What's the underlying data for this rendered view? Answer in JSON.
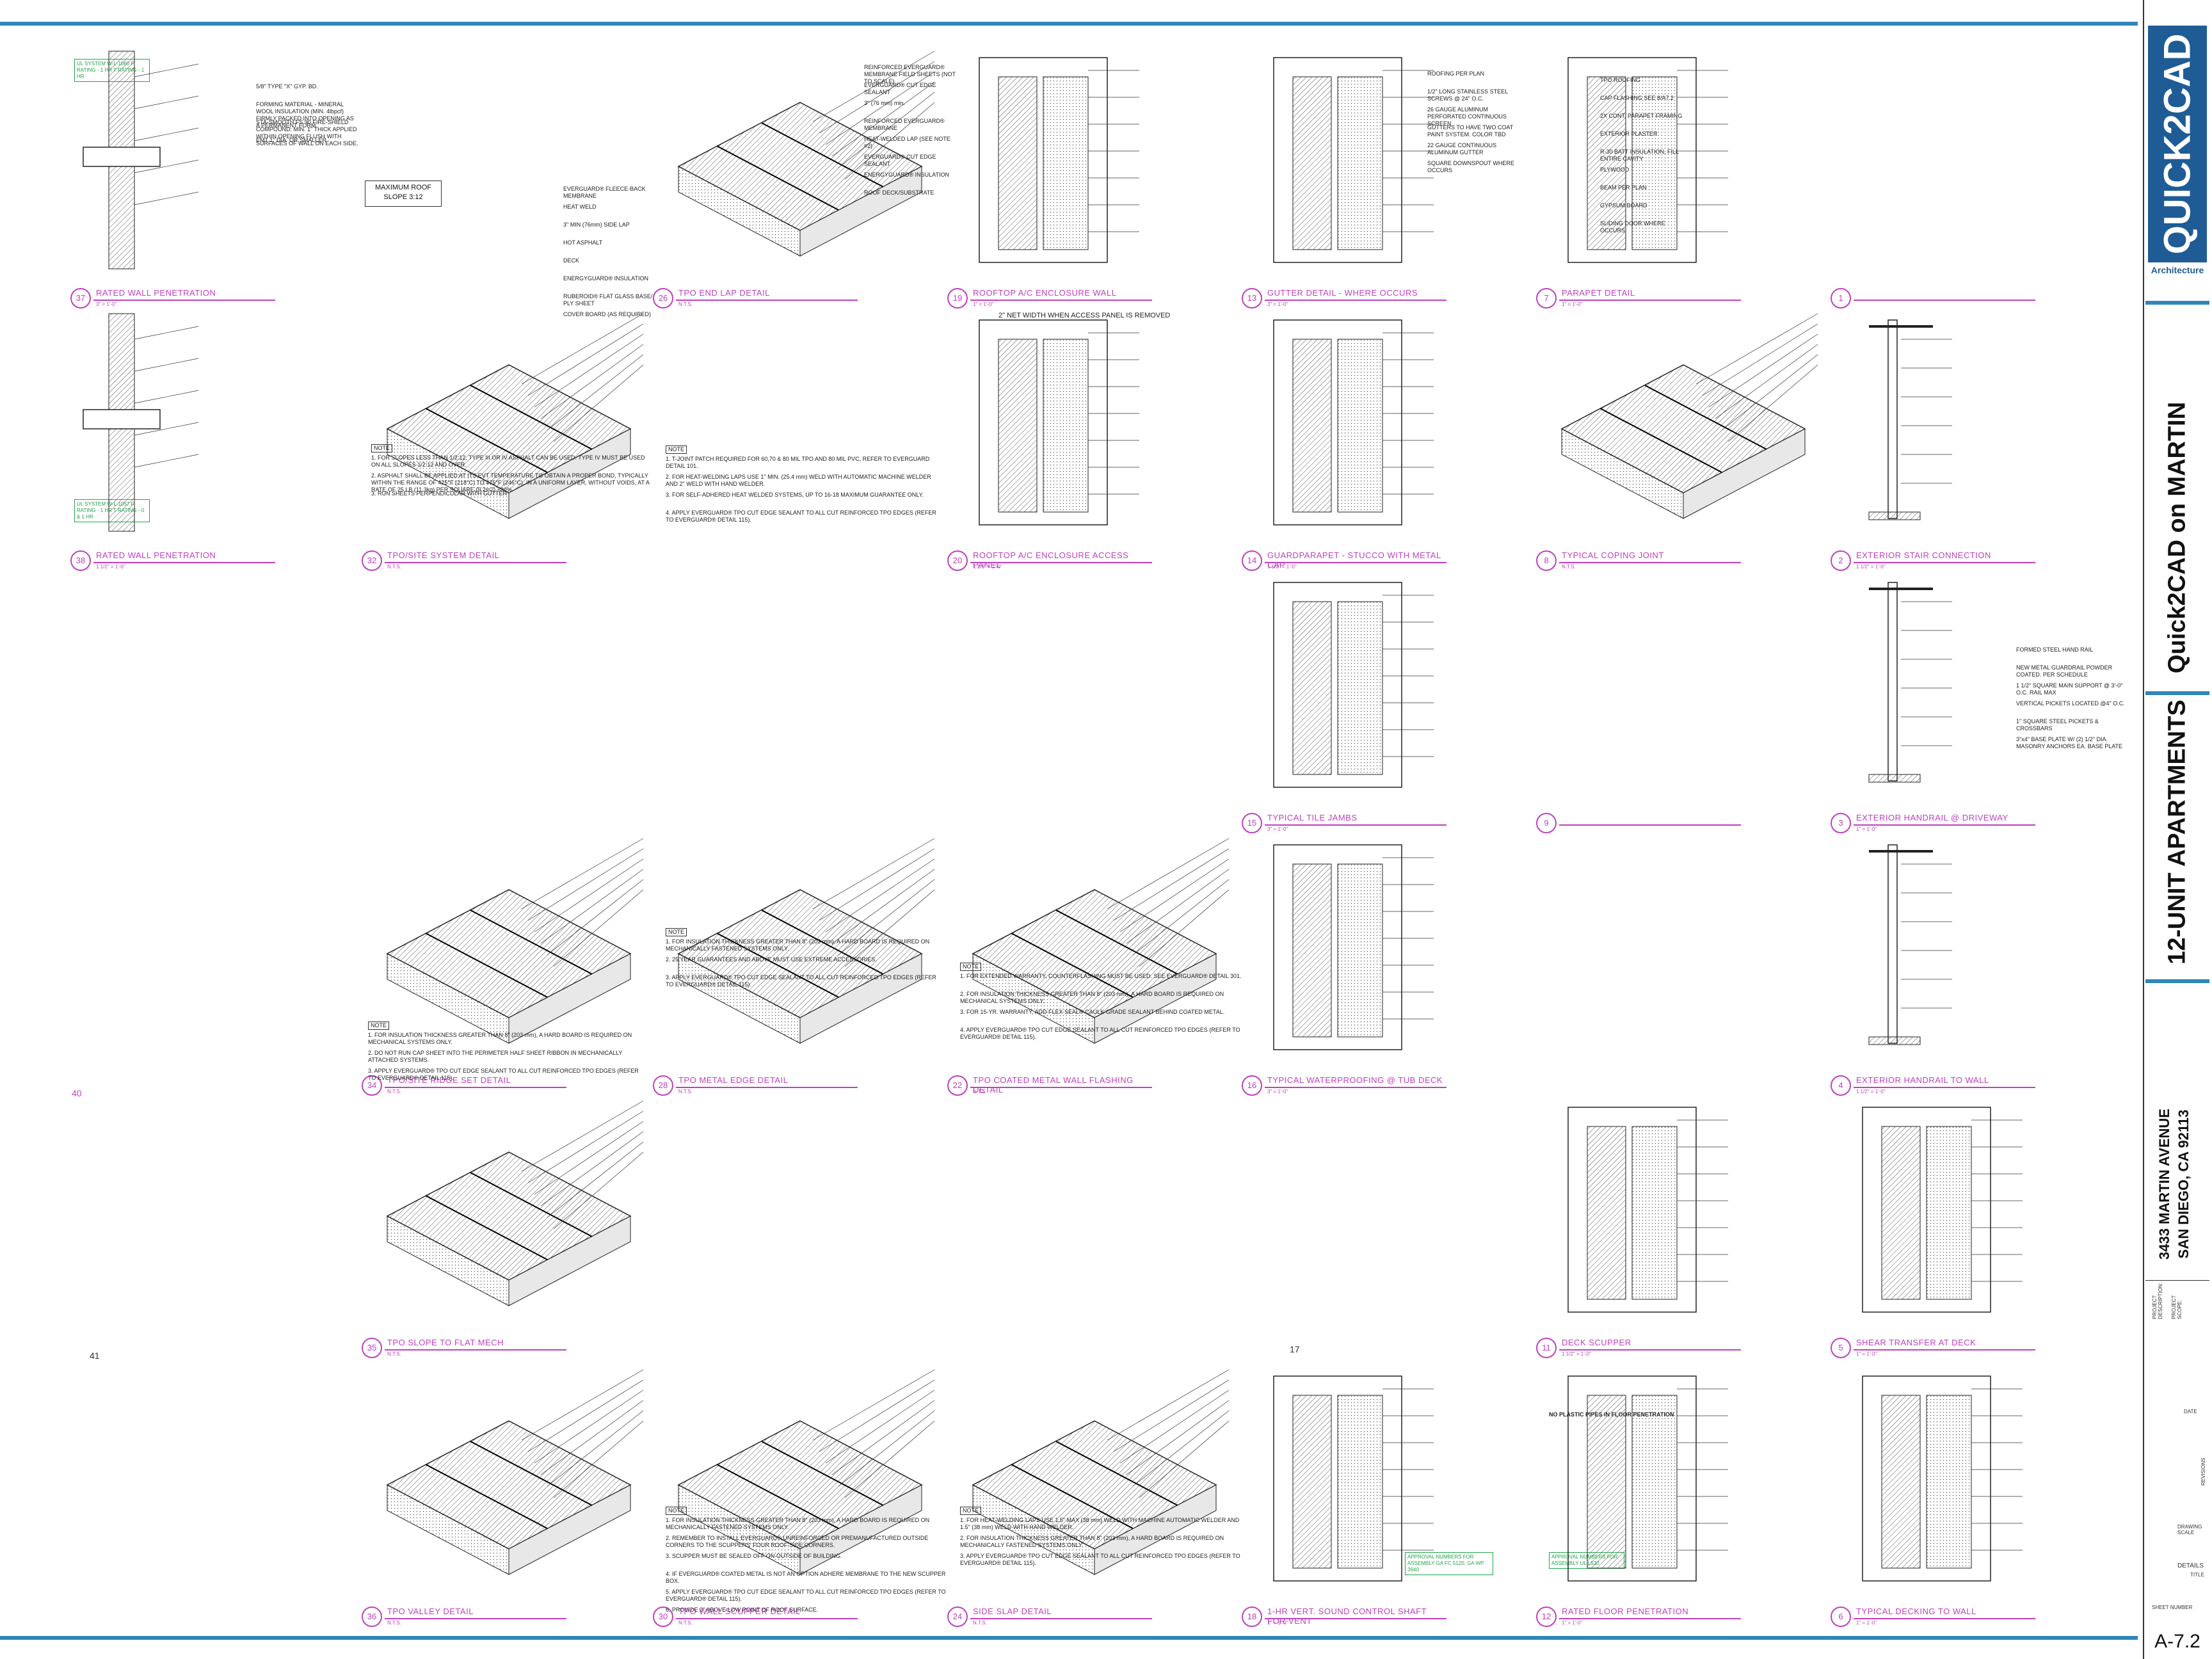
{
  "title_block": {
    "logo": "QUICK2CAD",
    "firm": "Architecture",
    "project_host": "Quick2CAD on MARTIN",
    "project_name": "12-UNIT APARTMENTS",
    "address_line1": "3433 MARTIN AVENUE",
    "address_line2": "SAN DIEGO, CA 92113",
    "sheet_title": "DETAILS",
    "sheet_label": "SHEET NUMBER",
    "sheet_number": "A-7.2",
    "meta_labels": [
      "PROJECT DESCRIPTION:",
      "PROJECT SCOPE:",
      "DATE",
      "REVISIONS",
      "DRAWING SCALE",
      "TITLE"
    ]
  },
  "colors": {
    "rule": "#2f86b8",
    "title": "#c040c0",
    "approval": "#21a64a",
    "logo": "#1f5c95"
  },
  "details": [
    {
      "num": "37",
      "title": "RATED WALL PENETRATION",
      "scale": "3\" = 1'-0\""
    },
    {
      "num": "38",
      "title": "RATED WALL PENETRATION",
      "scale": "1 1/2\" = 1'-0\""
    },
    {
      "num": "32",
      "title": "TPO/SITE SYSTEM DETAIL",
      "scale": "N.T.S."
    },
    {
      "num": "26",
      "title": "TPO END LAP DETAIL",
      "scale": "N.T.S."
    },
    {
      "num": "19",
      "title": "ROOFTOP A/C ENCLOSURE WALL",
      "scale": "1\" = 1'-0\""
    },
    {
      "num": "20",
      "title": "ROOFTOP A/C ENCLOSURE ACCESS PANEL",
      "scale": "1 1/2\" = 1'-0\""
    },
    {
      "num": "13",
      "title": "GUTTER DETAIL - WHERE OCCURS",
      "scale": "3\" = 1'-0\""
    },
    {
      "num": "14",
      "title": "GUARDPARAPET - STUCCO WITH METAL CAP",
      "scale": "1 1/2\" = 1'-0\""
    },
    {
      "num": "7",
      "title": "PARAPET DETAIL",
      "scale": "1\" = 1'-0\""
    },
    {
      "num": "8",
      "title": "TYPICAL COPING JOINT",
      "scale": "N.T.S."
    },
    {
      "num": "1",
      "title": "",
      "scale": ""
    },
    {
      "num": "2",
      "title": "EXTERIOR STAIR CONNECTION",
      "scale": "1 1/2\" = 1'-0\""
    },
    {
      "num": "34",
      "title": "TPO/SITE RIDGE SET DETAIL",
      "scale": "N.T.S."
    },
    {
      "num": "28",
      "title": "TPO METAL EDGE DETAIL",
      "scale": "N.T.S."
    },
    {
      "num": "22",
      "title": "TPO COATED METAL WALL FLASHING DETAIL",
      "scale": "N.T.S."
    },
    {
      "num": "15",
      "title": "TYPICAL TILE JAMBS",
      "scale": "3\" = 1'-0\""
    },
    {
      "num": "9",
      "title": "",
      "scale": ""
    },
    {
      "num": "3",
      "title": "EXTERIOR HANDRAIL @ DRIVEWAY",
      "scale": "1\" = 1'-0\""
    },
    {
      "num": "16",
      "title": "TYPICAL WATERPROOFING @ TUB DECK",
      "scale": "3\" = 1'-0\""
    },
    {
      "num": "4",
      "title": "EXTERIOR HANDRAIL TO WALL",
      "scale": "1 1/2\" = 1'-0\""
    },
    {
      "num": "35",
      "title": "TPO SLOPE TO FLAT MECH",
      "scale": "N.T.S."
    },
    {
      "num": "11",
      "title": "DECK SCUPPER",
      "scale": "1 1/2\" = 1'-0\""
    },
    {
      "num": "5",
      "title": "SHEAR TRANSFER AT DECK",
      "scale": "1\" = 1'-0\""
    },
    {
      "num": "36",
      "title": "TPO VALLEY DETAIL",
      "scale": "N.T.S."
    },
    {
      "num": "30",
      "title": "TPO WALL SCUPPER DETAIL",
      "scale": "N.T.S."
    },
    {
      "num": "24",
      "title": "SIDE SLAP DETAIL",
      "scale": "N.T.S."
    },
    {
      "num": "18",
      "title": "1-HR VERT. SOUND CONTROL SHAFT FOR VENT",
      "scale": "1\" = 1'-0\""
    },
    {
      "num": "12",
      "title": "RATED FLOOR PENETRATION",
      "scale": "1\" = 1'-0\""
    },
    {
      "num": "6",
      "title": "TYPICAL DECKING TO WALL",
      "scale": "1\" = 1'-0\""
    }
  ],
  "stray_numbers": [
    "40",
    "41",
    "17"
  ],
  "callouts": {
    "max_slope": "MAXIMUM ROOF SLOPE 3:12",
    "tpo_site": [
      "EVERGUARD® FLEECE-BACK MEMBRANE",
      "HEAT WELD",
      "3\" MIN (76mm) SIDE LAP",
      "HOT ASPHALT",
      "DECK",
      "ENERGYGUARD® INSULATION",
      "RUBEROID® FLAT GLASS BASE/ PLY SHEET",
      "COVER BOARD (AS REQUIRED)"
    ],
    "end_lap": [
      "REINFORCED EVERGUARD® MEMBRANE FIELD SHEETS (NOT TO SCALE)",
      "EVERGUARD® CUT EDGE SEALANT",
      "3\" (76 mm) min.",
      "REINFORCED EVERGUARD® MEMBRANE",
      "HEAT-WELDED LAP (SEE NOTE #2)",
      "EVERGUARD® CUT EDGE SEALANT",
      "ENERGYGUARD® INSULATION",
      "ROOF DECK/SUBSTRATE"
    ],
    "rated_wall": [
      "5/8\" TYPE \"X\" GYP. BD.",
      "FORMING MATERIAL - MINERAL WOOL INSULATION (MIN. 4lbpcf) FIRMLY PACKED INTO OPENING AS A PERMANENT FORM.",
      "STA-SMOOTH FS 90 FIRE-SHIELD COMPOUND: MIN. 1\" THICK APPLIED WITHIN OPENING FLUSH WITH SURFACES OF WALL ON EACH SIDE.",
      "EMT 1\" DIA. OR SMALLER"
    ],
    "gutter": [
      "ROOFING PER PLAN",
      "1/2\" LONG STAINLESS STEEL SCREWS @ 24\" O.C.",
      "26 GAUGE ALUMINUM PERFORATED CONTINUOUS SCREEN",
      "GUTTERS TO HAVE TWO COAT PAINT SYSTEM. COLOR TBD",
      "22 GAUGE CONTINUOUS ALUMINUM GUTTER",
      "SQUARE DOWNSPOUT WHERE OCCURS"
    ],
    "parapet": [
      "TPO ROOFING",
      "CAP FLASHING SEE 8/A7.2",
      "2X CONT. PARAPET FRAMING",
      "EXTERIOR PLASTER",
      "R-30 BATT INSULATION, FILL ENTIRE CAVITY",
      "PLYWOOD",
      "BEAM PER PLAN",
      "GYPSUM BOARD",
      "SLIDING DOOR WHERE OCCURS"
    ],
    "access_panel": "2\" NET WIDTH WHEN ACCESS PANEL IS REMOVED",
    "handrail": [
      "FORMED STEEL HAND RAIL",
      "NEW METAL GUARDRAIL POWDER COATED. PER SCHEDULE",
      "1 1/2\" SQUARE MAIN SUPPORT @ 3'-0\" O.C. RAIL MAX",
      "VERTICAL PICKETS LOCATED @4\" O.C.",
      "1\" SQUARE STEEL PICKETS & CROSSBARS",
      "3\"x4\" BASE PLATE W/ (2) 1/2\" DIA. MASONRY ANCHORS EA. BASE PLATE"
    ],
    "notes_tpo_site": [
      "1. FOR SLOPES LESS THAN 1/2:12, TYPE III OR IV ASPHALT CAN BE USED. TYPE IV MUST BE USED ON ALL SLOPES 1/2:12 AND OVER.",
      "2. ASPHALT SHALL BE APPLIED AT ITS EVT TEMPERATURE TO OBTAIN A PROPER BOND, TYPICALLY WITHIN THE RANGE OF 425°F (218°C) TO 475°F (246°C), IN A UNIFORM LAYER, WITHOUT VOIDS, AT A RATE OF 25 LB (11.3kg) PER SQUARE (9.2m2) ±20%.",
      "3. RUN SHEETS PERPENDICULAR WITH GUTTER"
    ],
    "notes_end_lap": [
      "1. T-JOINT PATCH REQUIRED FOR 60,70 & 80 MIL TPO AND 80 MIL PVC, REFER TO EVERGUARD DETAIL 101.",
      "2. FOR HEAT-WELDING LAPS USE 1\" MIN. (25.4 mm) WELD WITH AUTOMATIC MACHINE WELDER AND 2\" WELD WITH HAND WELDER.",
      "3. FOR SELF-ADHERED HEAT WELDED SYSTEMS, UP TO 16-18 MAXIMUM GUARANTEE ONLY.",
      "4. APPLY EVERGUARD® TPO CUT EDGE SEALANT TO ALL CUT REINFORCED TPO EDGES (REFER TO EVERGUARD® DETAIL 115)."
    ],
    "notes_ridge": [
      "1. FOR INSULATION THICKNESS GREATER THAN 8\" (203 mm), A HARD BOARD IS REQUIRED ON MECHANICAL SYSTEMS ONLY.",
      "2. DO NOT RUN CAP SHEET INTO THE PERIMETER HALF SHEET RIBBON IN MECHANICALLY ATTACHED SYSTEMS.",
      "3. APPLY EVERGUARD® TPO CUT EDGE SEALANT TO ALL CUT REINFORCED TPO EDGES (REFER TO EVERGUARD® DETAIL 115)."
    ],
    "notes_metal_edge": [
      "1. FOR INSULATION THICKNESS GREATER THAN 8\" (203 mm), A HARD BOARD IS REQUIRED ON MECHANICALLY FASTENED SYSTEMS ONLY.",
      "2. 25 YEAR GUARANTEES AND ABOVE MUST USE EXTREME ACCESSORIES.",
      "3. APPLY EVERGUARD® TPO CUT EDGE SEALANT TO ALL CUT REINFORCED TPO EDGES (REFER TO EVERGUARD® DETAIL 115)."
    ],
    "notes_wall_flash": [
      "1. FOR EXTENDED WARRANTY, COUNTERFLASHING MUST BE USED. SEE EVERGUARD® DETAIL 301.",
      "2. FOR INSULATION THICKNESS GREATER THAN 8\" (203 mm), A HARD BOARD IS REQUIRED ON MECHANICAL SYSTEMS ONLY.",
      "3. FOR 15-YR. WARRANTY, ADD FLEX SEAL® CAULK GRADE SEALANT BEHIND COATED METAL.",
      "4. APPLY EVERGUARD® TPO CUT EDGE SEALANT TO ALL CUT REINFORCED TPO EDGES (REFER TO EVERGUARD® DETAIL 115)."
    ],
    "notes_scupper": [
      "1. FOR INSULATION THICKNESS GREATER THAN 8\" (203 mm), A HARD BOARD IS REQUIRED ON MECHANICALLY FASTENED SYSTEMS ONLY.",
      "2. REMEMBER TO INSTALL EVERGUARD® UNREINFORCED OR PREMANUFACTURED OUTSIDE CORNERS TO THE SCUPPERS' FOUR ROOF-SIDE CORNERS.",
      "3. SCUPPER MUST BE SEALED OFF ON OUTSIDE OF BUILDING.",
      "4. IF EVERGUARD® COATED METAL IS NOT AN OPTION ADHERE MEMBRANE TO THE NEW SCUPPER BOX.",
      "5. APPLY EVERGUARD® TPO CUT EDGE SEALANT TO ALL CUT REINFORCED TPO EDGES (REFER TO EVERGUARD® DETAIL 115).",
      "6. PROVIDE 2\" ABOVE LOW POINT OF ROOF SURFACE."
    ],
    "notes_side_lap": [
      "1. FOR HEAT-WELDING LAPS USE 1.5\" MAX (38 mm) WELD WITH MACHINE AUTOMATIC WELDER AND 1.5\" (38 mm) WELD WITH HAND WELDER.",
      "2. FOR INSULATION THICKNESS GREATER THAN 8\" (203 mm), A HARD BOARD IS REQUIRED ON MECHANICALLY FASTENED SYSTEMS ONLY.",
      "3. APPLY EVERGUARD® TPO CUT EDGE SEALANT TO ALL CUT REINFORCED TPO EDGES (REFER TO EVERGUARD® DETAIL 115)."
    ],
    "green_tags": [
      "UL SYSTEM W-L-1060 F RATING - 1 HR T RATING - 1 HR",
      "UL SYSTEM W-L-1057 F RATING - 1 HR T RATING - 0 & 1 HR",
      "APPROVAL NUMBERS FOR ASSEMBLY GA FC 5120, GA WP 3940",
      "APPROVAL NUMBERS FOR ASSEMBLY UL L530"
    ],
    "no_plastic": "NO PLASTIC PIPES IN FLOOR PENETRATION",
    "note_label": "NOTE"
  }
}
